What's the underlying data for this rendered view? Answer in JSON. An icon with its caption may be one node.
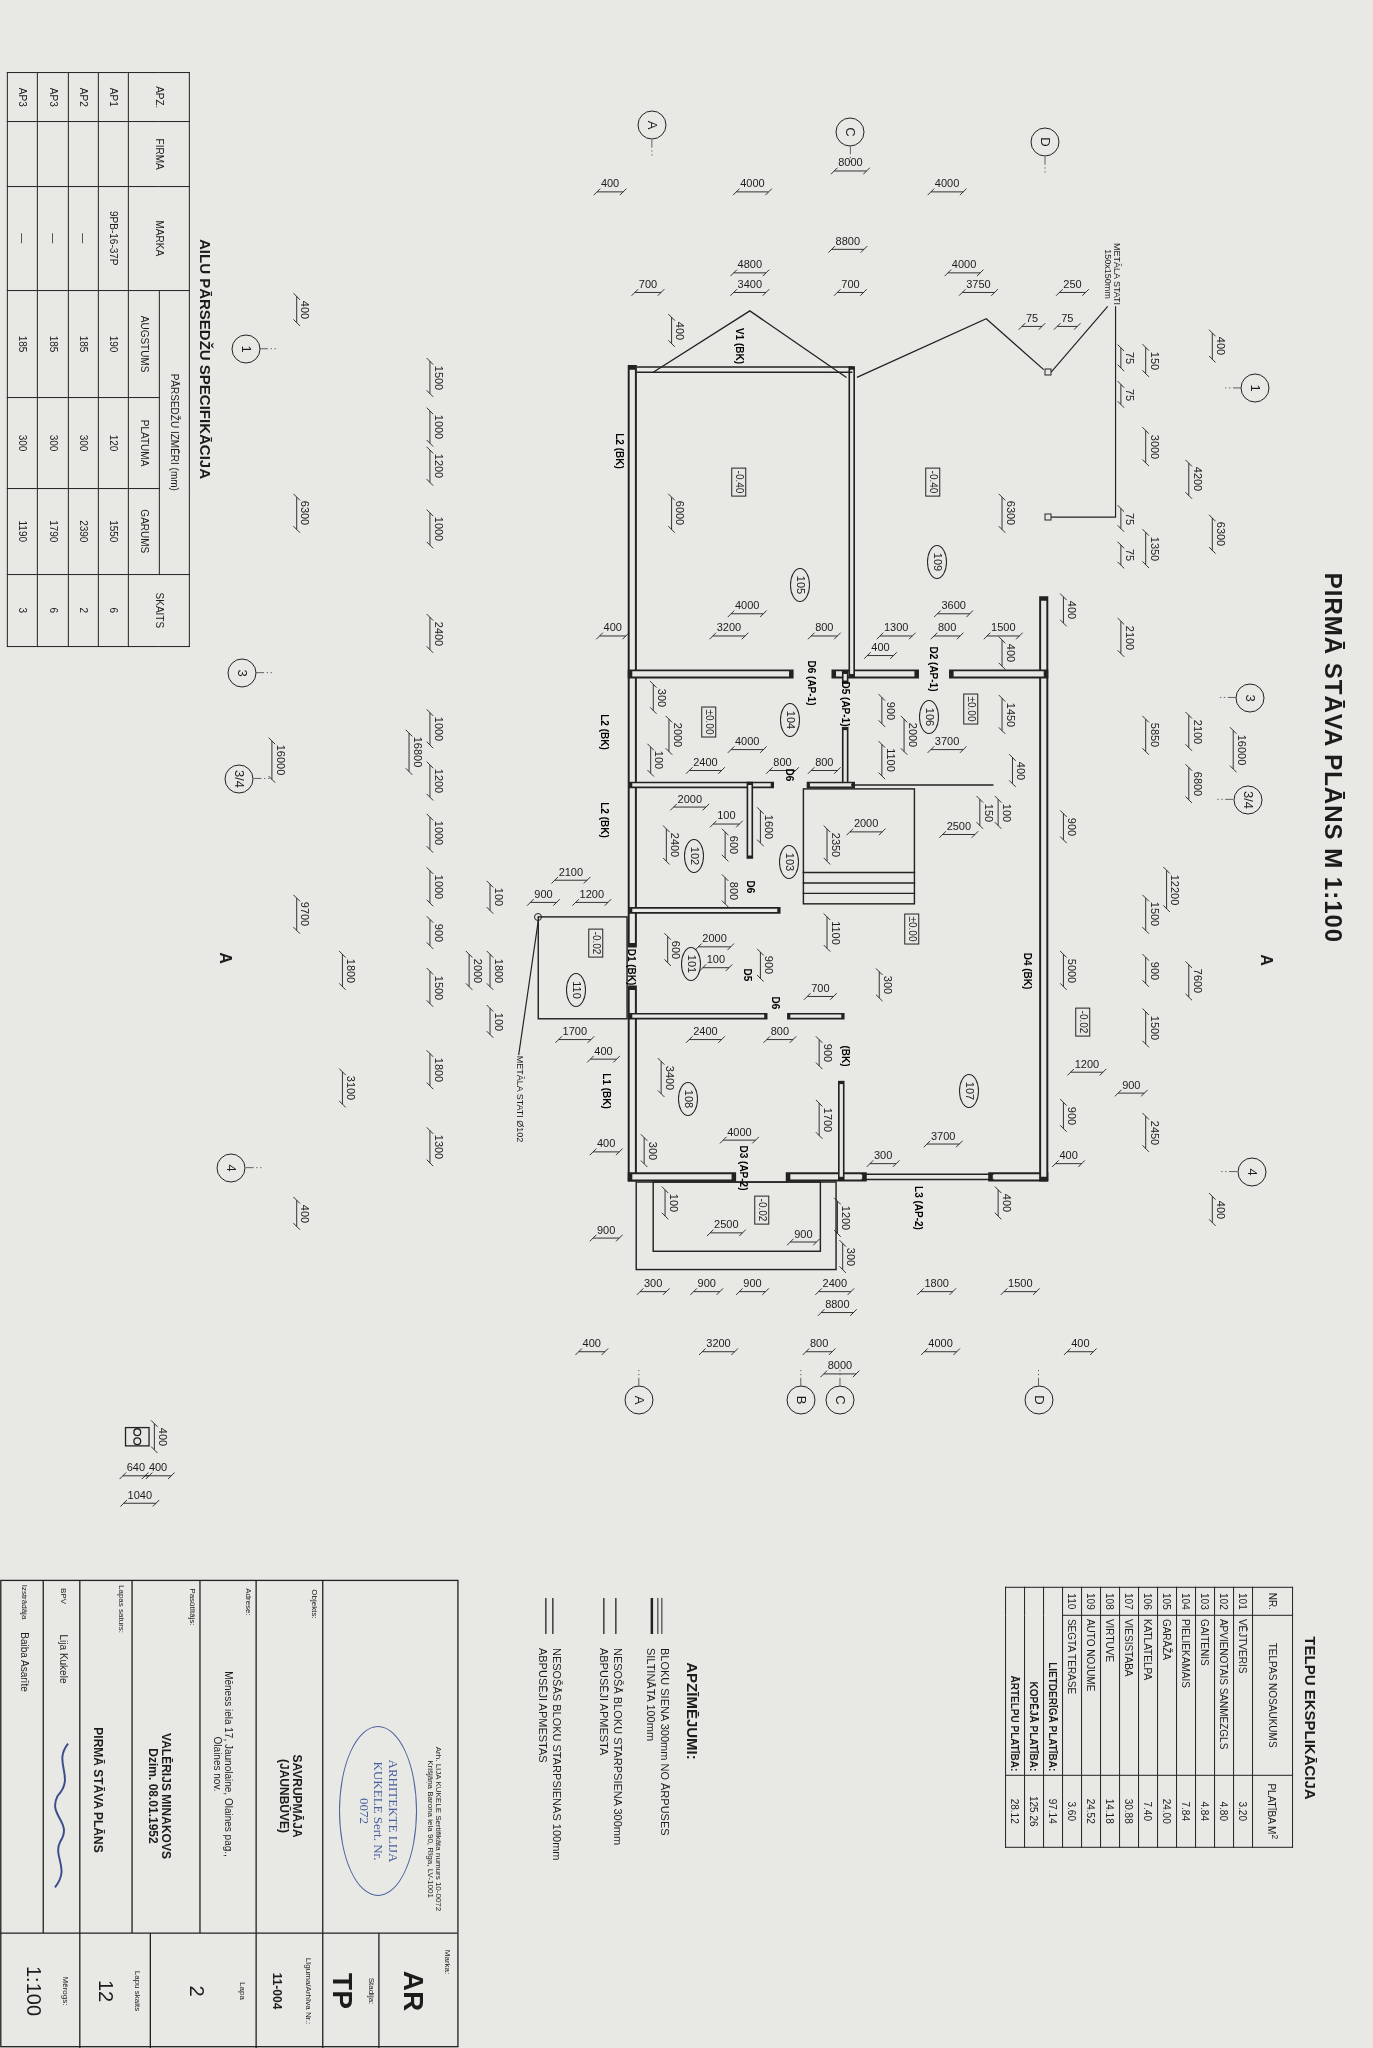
{
  "diagram": {
    "title": "PIRMĀ STĀVA PLĀNS M 1:100",
    "nodes": [
      {
        "text": [
          "1"
        ]
      },
      {
        "text": [
          "3"
        ]
      },
      {
        "text": [
          "3/4"
        ]
      },
      {
        "text": [
          "4"
        ]
      },
      {
        "text": [
          "A"
        ]
      },
      {
        "text": [
          "C"
        ]
      },
      {
        "text": [
          "D"
        ]
      },
      {
        "text": [
          "1"
        ]
      },
      {
        "text": [
          "3"
        ]
      },
      {
        "text": [
          "3/4"
        ]
      },
      {
        "text": [
          "4"
        ]
      },
      {
        "text": [
          "A"
        ]
      },
      {
        "text": [
          "B"
        ]
      },
      {
        "text": [
          "C"
        ]
      },
      {
        "text": [
          "D"
        ]
      },
      {
        "text": [
          "105"
        ]
      },
      {
        "text": [
          "109"
        ]
      },
      {
        "text": [
          "104"
        ]
      },
      {
        "text": [
          "106"
        ]
      },
      {
        "text": [
          "103"
        ]
      },
      {
        "text": [
          "102"
        ]
      },
      {
        "text": [
          "101"
        ]
      },
      {
        "text": [
          "110"
        ]
      },
      {
        "text": [
          "108"
        ]
      },
      {
        "text": [
          "107"
        ]
      },
      {
        "text": [
          "-0.40"
        ]
      },
      {
        "text": [
          "-0.40"
        ]
      },
      {
        "text": [
          "±0.00"
        ]
      },
      {
        "text": [
          "±0.00"
        ]
      },
      {
        "text": [
          "±0.00"
        ]
      },
      {
        "text": [
          "-0.02"
        ]
      },
      {
        "text": [
          "-0.02"
        ]
      },
      {
        "text": [
          "-0.02"
        ]
      },
      {
        "text": [
          "ARHITEKTE LIJA KUKELE Sert. Nr. 0072"
        ]
      },
      {
        "text": [
          "METĀLA STATI 150x150mm"
        ]
      },
      {
        "text": [],
        "shape": "box"
      },
      {
        "text": [],
        "shape": "box"
      },
      {
        "text": [
          "METĀLA STATI Ø102"
        ]
      },
      {
        "text": [],
        "shape": "circle"
      }
    ],
    "edges": [
      {
        "from": 34,
        "to": 35,
        "arrow": "none"
      },
      {
        "from": 34,
        "to": 36,
        "arrow": "none"
      },
      {
        "from": 37,
        "to": 38,
        "arrow": "none"
      }
    ],
    "labels": [
      "A",
      "A",
      "400",
      "6300",
      "16000",
      "400",
      "4200",
      "2100",
      "6800",
      "7600",
      "150",
      "3000",
      "1350",
      "5850",
      "12200",
      "1500",
      "900",
      "1500",
      "2450",
      "75",
      "75",
      "75",
      "75",
      "2100",
      "400",
      "5000",
      "1200",
      "900",
      "900",
      "400",
      "900",
      "8000",
      "400",
      "4000",
      "4000",
      "8800",
      "4800",
      "4000",
      "700",
      "3400",
      "700",
      "3750",
      "250",
      "75",
      "75",
      "400",
      "V1 (BK)",
      "L2 (BK)",
      "6000",
      "6300",
      "400",
      "1500",
      "1000",
      "1200",
      "1000",
      "6300",
      "2400",
      "1000",
      "1200",
      "1000",
      "1000",
      "900",
      "1500",
      "1800",
      "1300",
      "16000",
      "16800",
      "9700",
      "400",
      "3100",
      "1800",
      "2000",
      "1800",
      "100",
      "100",
      "4000",
      "3600",
      "400",
      "3200",
      "800",
      "1300",
      "800",
      "1500",
      "400",
      "400",
      "1450",
      "300",
      "2000",
      "900",
      "2000",
      "1100",
      "4000",
      "3700",
      "2400",
      "800",
      "800",
      "100",
      "400",
      "2000",
      "100",
      "150",
      "100",
      "2000",
      "2500",
      "1600",
      "2400",
      "600",
      "2350",
      "2100",
      "800",
      "900",
      "1200",
      "1100",
      "2000",
      "600",
      "100",
      "900",
      "300",
      "700",
      "1700",
      "2400",
      "800",
      "400",
      "900",
      "3400",
      "1700",
      "4000",
      "3700",
      "300",
      "400",
      "300",
      "100",
      "400",
      "1200",
      "900",
      "900",
      "2500",
      "300",
      "300",
      "900",
      "900",
      "2400",
      "1800",
      "1500",
      "8800",
      "400",
      "3200",
      "800",
      "4000",
      "400",
      "8000",
      "D6 (AP-1)",
      "D5 (AP-1)",
      "D2 (AP-1)",
      "L2 (BK)",
      "L2 (BK)",
      "D6",
      "D6",
      "D1 (BK)",
      "D5",
      "D4 (BK)",
      "D6",
      "L1 (BK)",
      "(BK)",
      "D3 (AP-2)",
      "L3 (AP-2)",
      "400",
      "640",
      "400",
      "1040",
      "APZĪMĒJUMI:",
      "TELPU EKSPLIKĀCIJA",
      "NR.",
      "TELPAS NOSAUKUMS",
      "PLATĪBA M$^{2}$",
      "101",
      "VĒJTVERIS",
      "3.20",
      "102",
      "APVIENOTAIS SANMEZGLS",
      "4.80",
      "103",
      "GAITENIS",
      "4.84",
      "104",
      "PIELIEKAMAIS",
      "7.84",
      "105",
      "GARĀŽA",
      "24.00",
      "106",
      "KATLATELPA",
      "7.40",
      "107",
      "VIESISTABA",
      "30.88",
      "108",
      "VIRTUVE",
      "14.18",
      "109",
      "AUTO NOJUME",
      "24.52",
      "110",
      "SEGTA TERASE",
      "3.60",
      "LIETDERĪGĀ PLATĪBA:",
      "97.14",
      "KOPĒJĀ PLATĪBA:",
      "125.26",
      "ĀRTELPU PLATĪBA:",
      "28.12",
      "AILU PĀRSEDŽU SPECIFIKĀCIJA",
      "APZ.",
      "FIRMA",
      "MARKA",
      "PĀRSEDŽU IZMĒRI (mm)",
      "SKAITS",
      "AUGSTUMS",
      "PLATUMA",
      "GARUMS",
      "AP1",
      "9PB-16-37P",
      "190",
      "120",
      "1550",
      "6",
      "AP2",
      "—",
      "185",
      "300",
      "2390",
      "2",
      "AP3",
      "—",
      "185",
      "300",
      "1790",
      "6",
      "AP3",
      "—",
      "185",
      "300",
      "1190",
      "3",
      "Arh. LIJA KUKELE Sertifikāta numurs 10-0072 Krišjāņa Barona iela 90, Rīga, LV-1001",
      "Marka:",
      "AR",
      "Stadija:",
      "TP",
      "Objekts:",
      "SAVRUPMĀJA (JAUNBŪVE)",
      "Līguma/Arhīva Nr.:",
      "11-004",
      "Adrese:",
      "Mēness iela 17, Jaunolaine, Olaines pag., Olaines nov.",
      "Pasūtītājs:",
      "VALĒRIJS MINAKOVS Dzim. 08.01.1952",
      "Lapa",
      "2",
      "Lapas saturs:",
      "PIRMĀ STĀVA PLĀNS",
      "Lapu skaits",
      "12",
      "BPV",
      "Lija Kukele",
      "Izstrādāja",
      "Baiba Asarīte",
      "Mērogs:",
      "1:100"
    ],
    "legend": [
      {
        "text": "BLOKU SIENA 300mm NO ĀRPUSES SILTINĀTA 100mm"
      },
      {
        "text": "NESOŠĀ BLOKU STARPSIENA 300mm ABPUSĒJI APMESTA"
      },
      {
        "text": "NESOŠĀS BLOKU STARPSIENAS 100mm ABPUSĒJI APMESTAS"
      }
    ]
  }
}
